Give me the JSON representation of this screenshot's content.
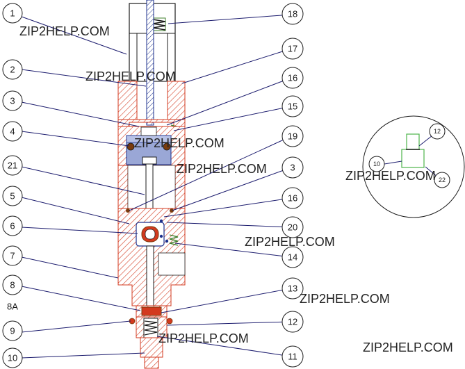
{
  "watermark_text": "ZIP2HELP.COM",
  "colors": {
    "section": "#d33a1f",
    "hatch": "#d33a1f",
    "body_fill": "#ffffff",
    "outline": "#1b1b1b",
    "leader": "#1c1c6e",
    "shaft": "#1b2f8c",
    "spring": "#3c7d2a",
    "green_part": "#4cb34a",
    "seal": "#7a3b0d",
    "balloon_stroke": "#1b1b1b"
  },
  "balloons": {
    "b1": "1",
    "b2": "2",
    "b3": "3",
    "b4": "4",
    "b21": "21",
    "b5": "5",
    "b6": "6",
    "b7": "7",
    "b8": "8",
    "b8a": "8A",
    "b9": "9",
    "b10": "10",
    "b18": "18",
    "b17": "17",
    "b16": "16",
    "b15": "15",
    "b19": "19",
    "b3r": "3",
    "b16r": "16",
    "b20": "20",
    "b14": "14",
    "b13": "13",
    "b12": "12",
    "b11": "11"
  },
  "detail": {
    "b12": "12",
    "b10": "10",
    "b22": "22"
  }
}
